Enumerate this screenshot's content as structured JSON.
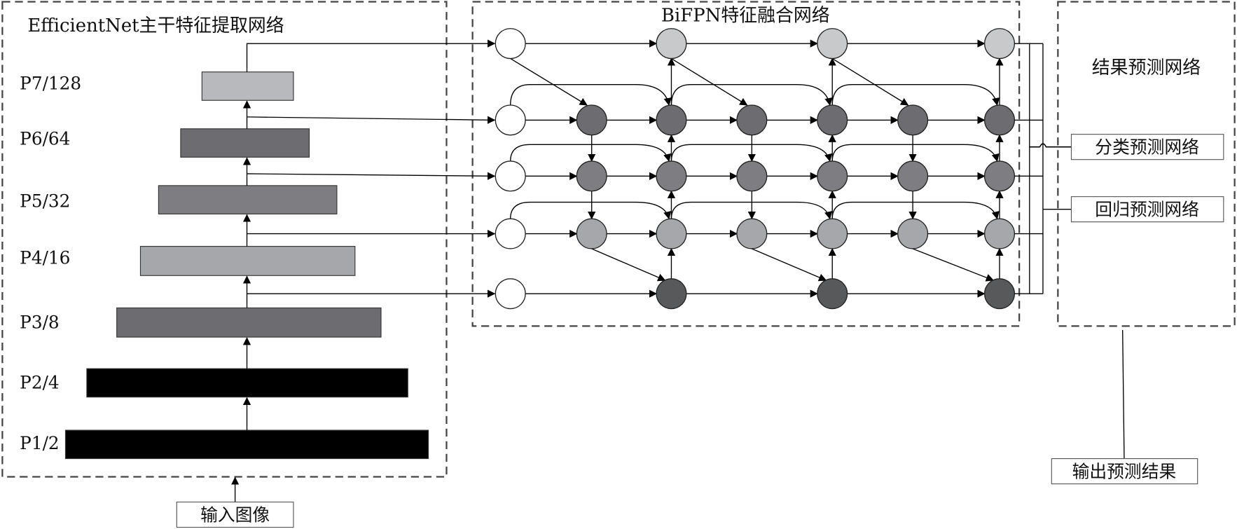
{
  "backbone": {
    "title": "EfficientNet主干特征提取网络",
    "levels": [
      {
        "label": "P7/128",
        "color": "#b8b9bd"
      },
      {
        "label": "P6/64",
        "color": "#6d6c71"
      },
      {
        "label": "P5/32",
        "color": "#7e7e82"
      },
      {
        "label": "P4/16",
        "color": "#a6a7ab"
      },
      {
        "label": "P3/8",
        "color": "#6d6c71"
      },
      {
        "label": "P2/4",
        "color": "#000000"
      },
      {
        "label": "P1/2",
        "color": "#000000"
      }
    ],
    "input_label": "输入图像"
  },
  "bifpn": {
    "title": "BiFPN特征融合网络",
    "row_colors": [
      "#c8c9cb",
      "#6d6c71",
      "#7e7e82",
      "#a6a7ab",
      "#58595b"
    ]
  },
  "head": {
    "title": "结果预测网络",
    "classification_label": "分类预测网络",
    "regression_label": "回归预测网络",
    "output_label": "输出预测结果"
  }
}
